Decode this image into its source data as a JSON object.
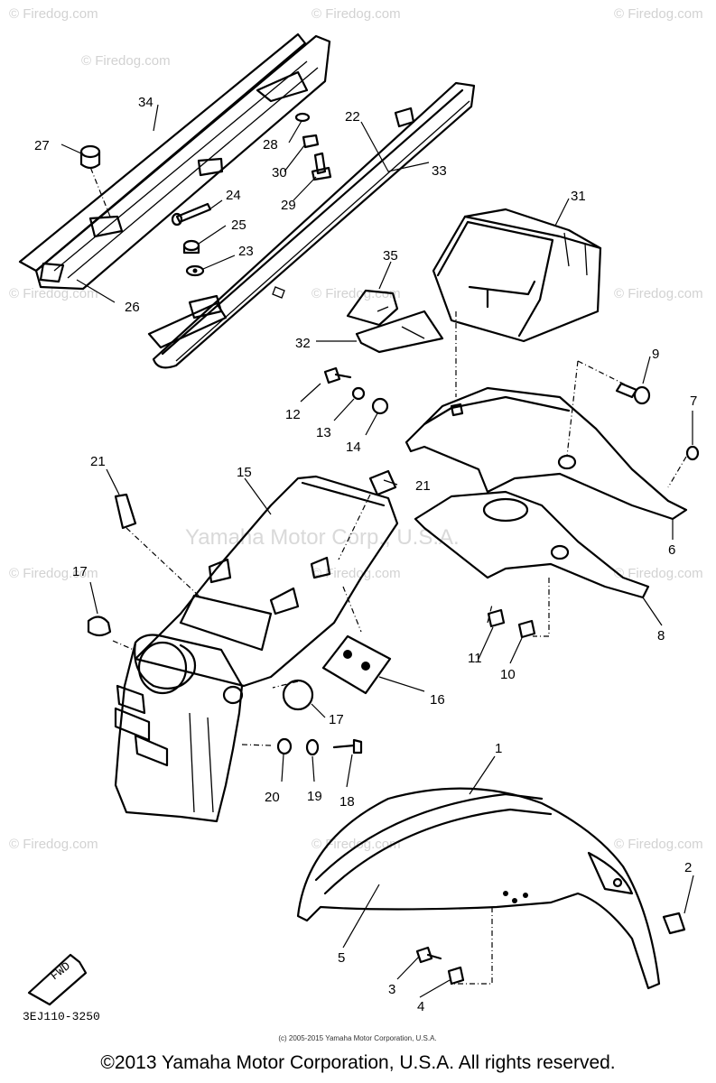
{
  "watermarks": {
    "site": "© Firedog.com",
    "center": "Yamaha Motor Corp., U.S.A."
  },
  "drawing_code": "3EJ110-3250",
  "fwd_label": "FWD",
  "small_copyright": "(c) 2005-2015 Yamaha Motor Corporation, U.S.A.",
  "footer_copyright": "©2013 Yamaha Motor Corporation, U.S.A. All rights reserved.",
  "callouts": [
    "1",
    "2",
    "3",
    "4",
    "5",
    "6",
    "7",
    "8",
    "9",
    "10",
    "11",
    "12",
    "13",
    "14",
    "15",
    "16",
    "17",
    "17",
    "18",
    "19",
    "20",
    "21",
    "21",
    "22",
    "23",
    "24",
    "25",
    "26",
    "27",
    "28",
    "29",
    "30",
    "31",
    "32",
    "33",
    "34",
    "35"
  ]
}
